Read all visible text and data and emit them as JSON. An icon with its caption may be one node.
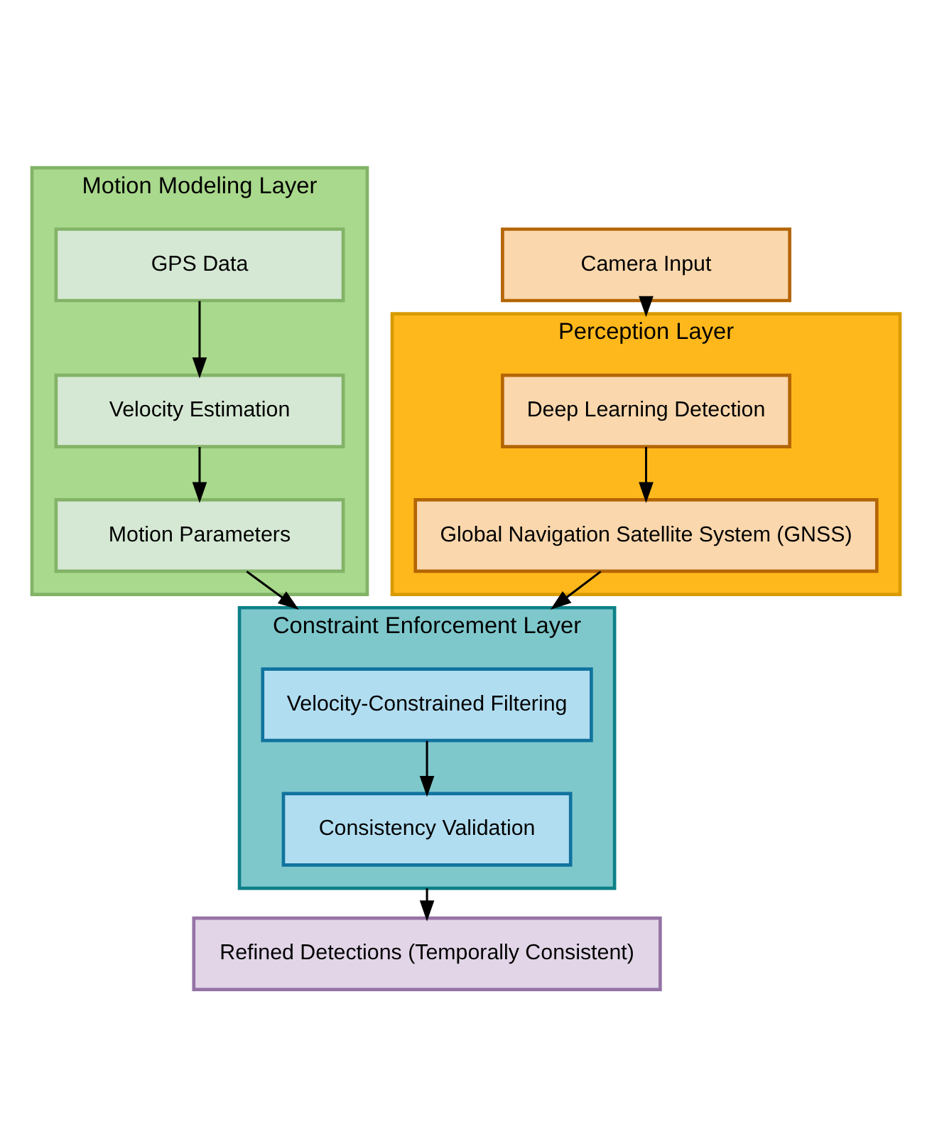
{
  "diagram": {
    "nodes": [
      {
        "text": [
          "Motion Modeling Layer"
        ]
      },
      {
        "text": [
          "GPS Data"
        ],
        "in": 0
      },
      {
        "text": [
          "Velocity Estimation"
        ],
        "in": 0
      },
      {
        "text": [
          "Motion Parameters"
        ],
        "in": 0
      },
      {
        "text": [
          "Camera Input"
        ]
      },
      {
        "text": [
          "Perception Layer"
        ]
      },
      {
        "text": [
          "Deep Learning Detection"
        ],
        "in": 5
      },
      {
        "text": [
          "Global Navigation Satellite System (GNSS)"
        ],
        "in": 5
      },
      {
        "text": [
          "Constraint Enforcement Layer"
        ]
      },
      {
        "text": [
          "Velocity-Constrained Filtering"
        ],
        "in": 8
      },
      {
        "text": [
          "Consistency Validation"
        ],
        "in": 8
      },
      {
        "text": [
          "Refined Detections (Temporally Consistent)"
        ]
      }
    ],
    "edges": [
      {
        "from": 1,
        "to": 2,
        "arrow": "to"
      },
      {
        "from": 2,
        "to": 3,
        "arrow": "to"
      },
      {
        "from": 4,
        "to": 5,
        "arrow": "to"
      },
      {
        "from": 6,
        "to": 7,
        "arrow": "to"
      },
      {
        "from": 3,
        "to": 8,
        "arrow": "to"
      },
      {
        "from": 7,
        "to": 8,
        "arrow": "to"
      },
      {
        "from": 9,
        "to": 10,
        "arrow": "to"
      },
      {
        "from": 8,
        "to": 11,
        "arrow": "to"
      }
    ]
  }
}
